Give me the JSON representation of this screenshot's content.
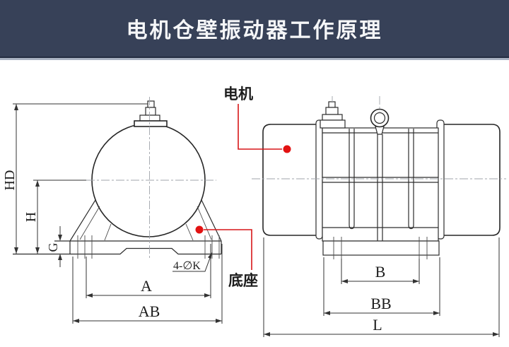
{
  "header": {
    "title": "电机仓壁振动器工作原理",
    "bg_color": "#374158",
    "text_color": "#f5f6f8"
  },
  "diagram": {
    "callouts": {
      "motor": "电机",
      "base": "底座",
      "color": "#d71718"
    },
    "front_view": {
      "dim_hd": "HD",
      "dim_h": "H",
      "dim_g": "G",
      "dim_a": "A",
      "dim_ab": "AB",
      "holes_note": "4-∅K"
    },
    "side_view": {
      "dim_b": "B",
      "dim_bb": "BB",
      "dim_l": "L"
    },
    "colors": {
      "line": "#2d2d2d",
      "centerline": "#a0a4ab"
    }
  }
}
